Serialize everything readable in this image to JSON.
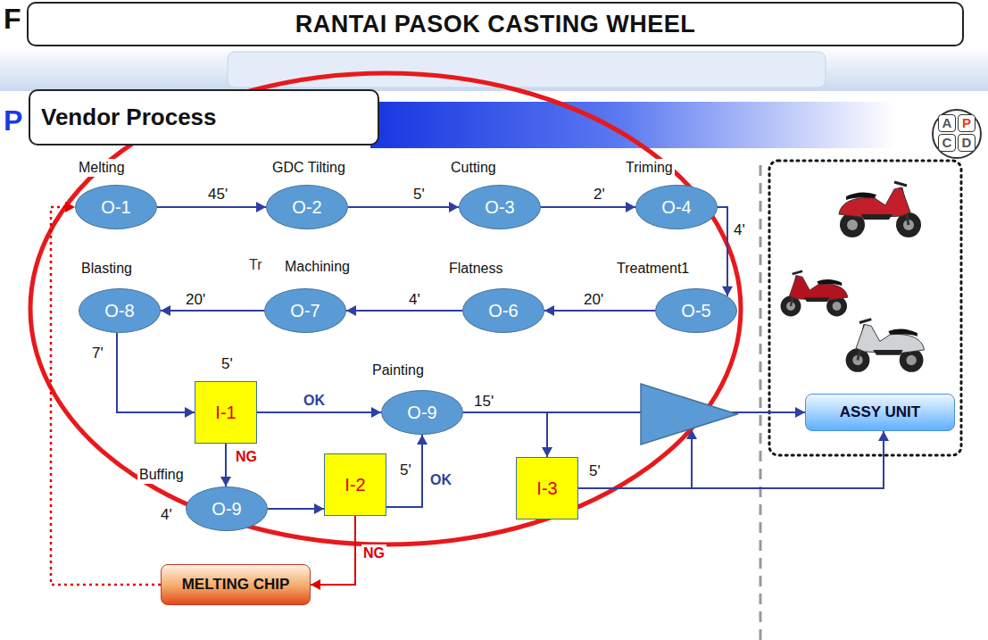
{
  "diagram": {
    "title": "RANTAI PASOK CASTING WHEEL",
    "nodes": [
      {
        "text": [
          "Vendor Process"
        ]
      },
      {
        "text": [
          "Melting",
          "O-1"
        ]
      },
      {
        "text": [
          "GDC Tilting",
          "O-2"
        ]
      },
      {
        "text": [
          "Cutting",
          "O-3"
        ]
      },
      {
        "text": [
          "Triming",
          "O-4"
        ]
      },
      {
        "text": [
          "Treatment1",
          "O-5"
        ]
      },
      {
        "text": [
          "Flatness",
          "O-6"
        ]
      },
      {
        "text": [
          "Machining",
          "O-7"
        ]
      },
      {
        "text": [
          "Blasting",
          "O-8"
        ]
      },
      {
        "text": [
          "I-1"
        ]
      },
      {
        "text": [
          "Painting",
          "O-9"
        ]
      },
      {
        "text": [
          "Buffing",
          "O-9"
        ]
      },
      {
        "text": [
          "I-2"
        ]
      },
      {
        "text": [
          "I-3"
        ]
      },
      {
        "text": [
          "ASSY UNIT"
        ]
      },
      {
        "text": [
          "MELTING CHIP"
        ]
      }
    ],
    "edges": [
      {
        "from": 1,
        "to": 2,
        "arrow": "to"
      },
      {
        "from": 2,
        "to": 3,
        "arrow": "to"
      },
      {
        "from": 3,
        "to": 4,
        "arrow": "to"
      },
      {
        "from": 4,
        "to": 5,
        "arrow": "to"
      },
      {
        "from": 5,
        "to": 6,
        "arrow": "to"
      },
      {
        "from": 6,
        "to": 7,
        "arrow": "to"
      },
      {
        "from": 7,
        "to": 8,
        "arrow": "to"
      },
      {
        "from": 8,
        "to": 9,
        "arrow": "to"
      },
      {
        "from": 9,
        "to": 10,
        "label": "OK",
        "arrow": "to"
      },
      {
        "from": 9,
        "to": 11,
        "label": "NG",
        "arrow": "to"
      },
      {
        "from": 11,
        "to": 12,
        "arrow": "to"
      },
      {
        "from": 12,
        "to": 10,
        "label": "OK",
        "arrow": "to"
      },
      {
        "from": 12,
        "to": 15,
        "label": "NG",
        "arrow": "to"
      },
      {
        "from": 15,
        "to": 1,
        "arrow": "to"
      },
      {
        "from": 10,
        "to": 13,
        "arrow": "to"
      },
      {
        "from": 10,
        "to": 14,
        "arrow": "to"
      },
      {
        "from": 13,
        "to": 14,
        "arrow": "to"
      }
    ],
    "labels": [
      "F",
      "P",
      "Tr",
      "45'",
      "5'",
      "2'",
      "4'",
      "20'",
      "4'",
      "20'",
      "7'",
      "5'",
      "15'",
      "5'",
      "4'",
      "5'",
      "A",
      "P",
      "C",
      "D"
    ]
  }
}
